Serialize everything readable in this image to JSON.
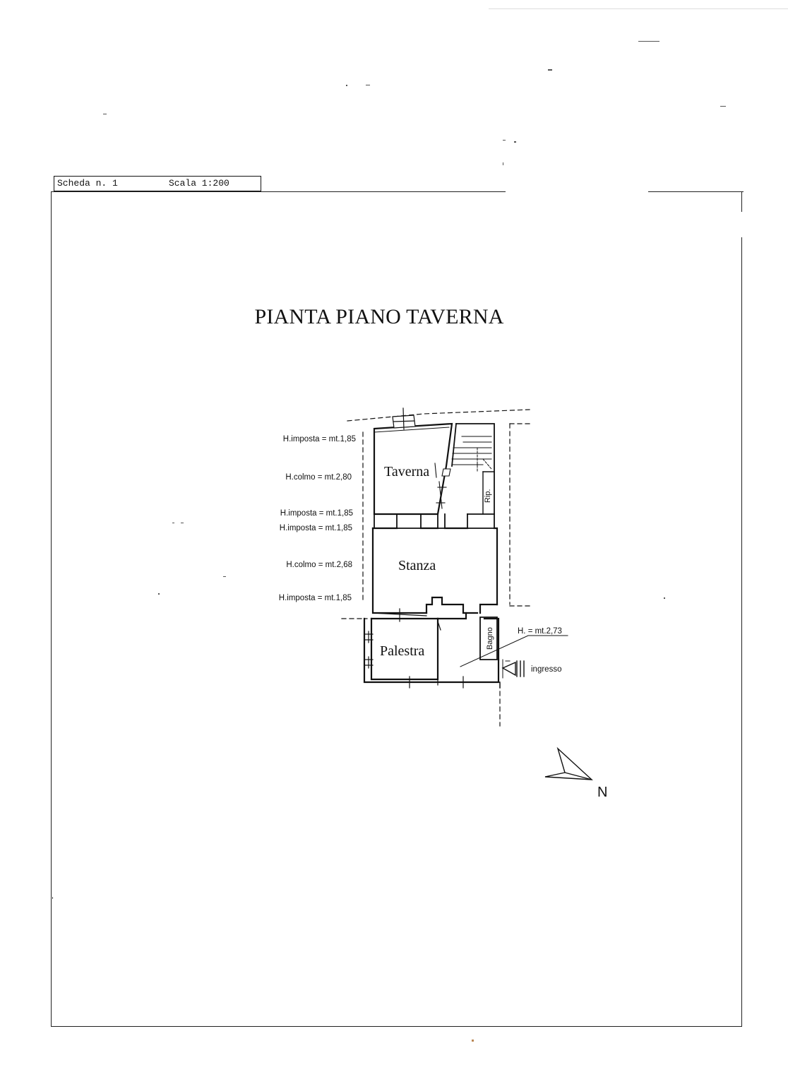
{
  "header": {
    "scheda_label": "Scheda n. 1",
    "scale_label": "Scala 1:200"
  },
  "title": "PIANTA PIANO TAVERNA",
  "rooms": {
    "taverna": "Taverna",
    "stanza": "Stanza",
    "palestra": "Palestra",
    "bagno": "Bagno",
    "ripostiglio": "Rip."
  },
  "heights": {
    "taverna_imposta_top": "H.imposta = mt.1,85",
    "taverna_colmo": "H.colmo = mt.2,80",
    "taverna_imposta_bottom": "H.imposta = mt.1,85",
    "stanza_imposta_top": "H.imposta = mt.1,85",
    "stanza_colmo": "H.colmo = mt.2,68",
    "stanza_imposta_bottom": "H.imposta = mt.1,85",
    "bagno_height": "H. = mt.2,73"
  },
  "entrance_label": "ingresso",
  "north_label": "N"
}
